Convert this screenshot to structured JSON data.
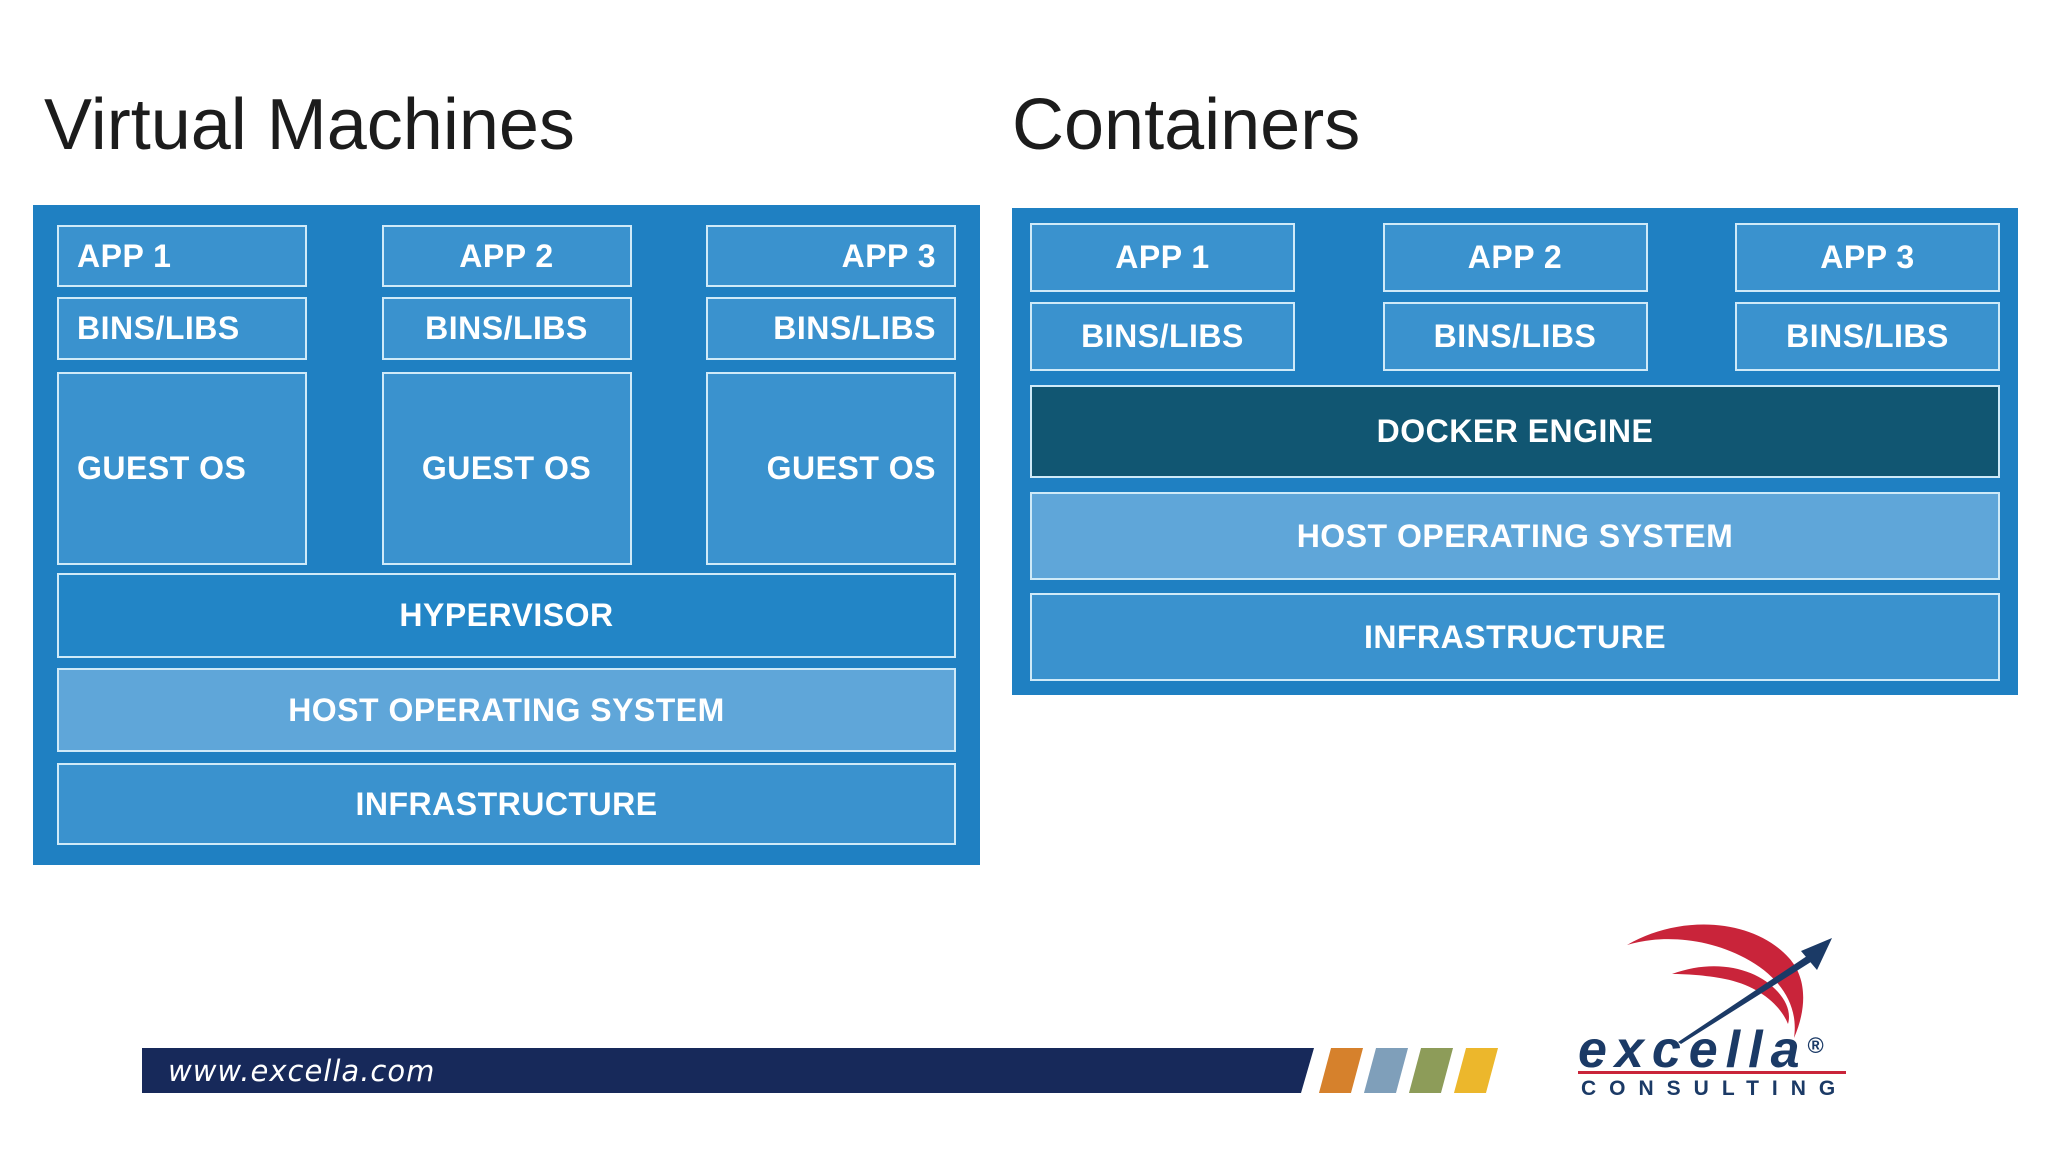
{
  "vm": {
    "title": "Virtual Machines",
    "apps": [
      "APP 1",
      "APP 2",
      "APP 3"
    ],
    "bins": [
      "BINS/LIBS",
      "BINS/LIBS",
      "BINS/LIBS"
    ],
    "guest_os": [
      "GUEST OS",
      "GUEST OS",
      "GUEST OS"
    ],
    "hypervisor": "HYPERVISOR",
    "host_os": "HOST OPERATING SYSTEM",
    "infrastructure": "INFRASTRUCTURE"
  },
  "containers": {
    "title": "Containers",
    "apps": [
      "APP 1",
      "APP 2",
      "APP 3"
    ],
    "bins": [
      "BINS/LIBS",
      "BINS/LIBS",
      "BINS/LIBS"
    ],
    "docker_engine": "DOCKER ENGINE",
    "host_os": "HOST OPERATING SYSTEM",
    "infrastructure": "INFRASTRUCTURE"
  },
  "footer": {
    "website": "www.excella.com",
    "logo_name": "excella",
    "logo_reg": "®",
    "logo_subtitle": "CONSULTING",
    "swoosh_icon": "excella-swoosh-arrow-icon"
  },
  "colors": {
    "outer_blue": "#1f80c2",
    "box_blue": "#3a92ce",
    "hypervisor_blue": "#2285c6",
    "host_blue": "#5fa6d9",
    "docker_dark": "#115672",
    "border_light": "#cfeaf8",
    "text_white": "#ffffff",
    "title_black": "#1c1c1c",
    "bar_navy": "#17295a",
    "stripe_orange": "#d6812c",
    "stripe_bluegray": "#7f9fba",
    "stripe_olive": "#8d9c59",
    "stripe_yellow": "#ecb72c",
    "logo_red": "#c9243a",
    "logo_navy": "#1b3a66"
  }
}
